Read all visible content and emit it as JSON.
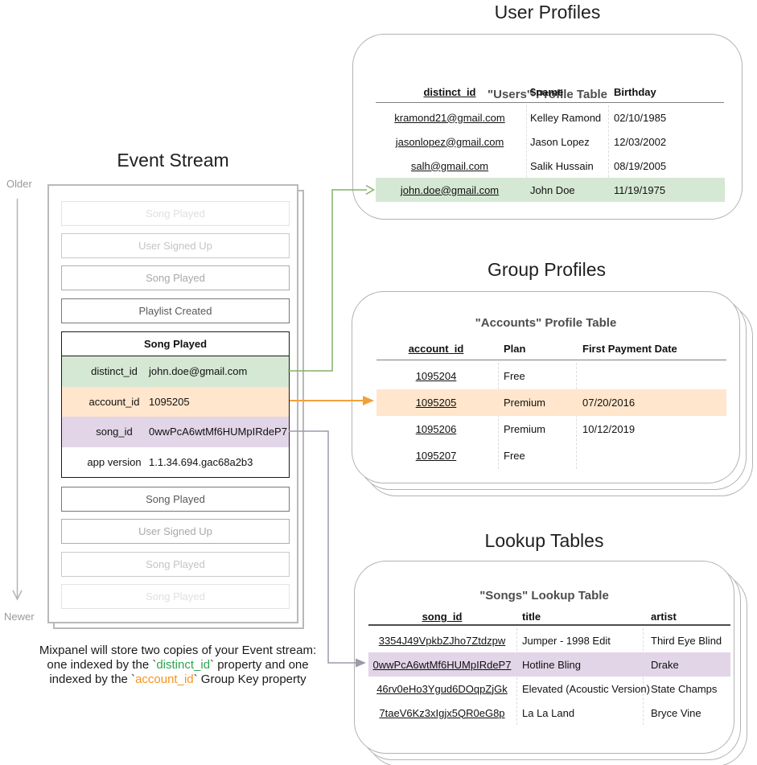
{
  "event_stream": {
    "title": "Event Stream",
    "older_label": "Older",
    "newer_label": "Newer",
    "events_before": [
      {
        "label": "Song Played"
      },
      {
        "label": "User Signed Up"
      },
      {
        "label": "Song Played"
      },
      {
        "label": "Playlist Created"
      }
    ],
    "expanded_event": {
      "title": "Song Played",
      "properties": [
        {
          "key": "distinct_id",
          "value": "john.doe@gmail.com",
          "highlight": "green"
        },
        {
          "key": "account_id",
          "value": "1095205",
          "highlight": "orange"
        },
        {
          "key": "song_id",
          "value": "0wwPcA6wtMf6HUMpIRdeP7",
          "highlight": "purple"
        },
        {
          "key": "app version",
          "value": "1.1.34.694.gac68a2b3",
          "highlight": "none"
        }
      ]
    },
    "events_after": [
      {
        "label": "Song Played"
      },
      {
        "label": "User Signed Up"
      },
      {
        "label": "Song Played"
      },
      {
        "label": "Song Played"
      }
    ],
    "caption": {
      "line1": "Mixpanel will store two copies of your Event stream:",
      "line2_pre": "one indexed by the `",
      "line2_keyword": "distinct_id",
      "line2_post": "` property and one",
      "line3_pre": "indexed by the `",
      "line3_keyword": "account_id",
      "line3_post": "` Group Key property"
    }
  },
  "user_profiles": {
    "section_title": "User Profiles",
    "table_title": "\"Users\" Profile Table",
    "columns": [
      "distinct_id",
      "$name",
      "Birthday"
    ],
    "rows": [
      [
        "kramond21@gmail.com",
        "Kelley Ramond",
        "02/10/1985"
      ],
      [
        "jasonlopez@gmail.com",
        "Jason Lopez",
        "12/03/2002"
      ],
      [
        "salh@gmail.com",
        "Salik Hussain",
        "08/19/2005"
      ],
      [
        "john.doe@gmail.com",
        "John Doe",
        "11/19/1975"
      ]
    ],
    "highlighted_row_index": 3
  },
  "group_profiles": {
    "section_title": "Group Profiles",
    "table_title": "\"Accounts\" Profile Table",
    "columns": [
      "account_id",
      "Plan",
      "First Payment Date"
    ],
    "rows": [
      [
        "1095204",
        "Free",
        ""
      ],
      [
        "1095205",
        "Premium",
        "07/20/2016"
      ],
      [
        "1095206",
        "Premium",
        "10/12/2019"
      ],
      [
        "1095207",
        "Free",
        ""
      ]
    ],
    "highlighted_row_index": 1
  },
  "lookup_tables": {
    "section_title": "Lookup Tables",
    "table_title": "\"Songs\" Lookup Table",
    "columns": [
      "song_id",
      "title",
      "artist"
    ],
    "rows": [
      [
        "3354J49VpkbZJho7Ztdzpw",
        "Jumper - 1998 Edit",
        "Third Eye Blind"
      ],
      [
        "0wwPcA6wtMf6HUMpIRdeP7",
        "Hotline Bling",
        "Drake"
      ],
      [
        "46rv0eHo3Ygud6DOqpZjGk",
        "Elevated (Acoustic Version)",
        "State Champs"
      ],
      [
        "7taeV6Kz3xIgjx5QR0eG8p",
        "La La Land",
        "Bryce Vine"
      ]
    ],
    "highlighted_row_index": 1
  },
  "colors": {
    "green_fill": "#d5e8d4",
    "green_stroke": "#82b366",
    "green_text": "#2ea44e",
    "orange_fill": "#ffe6cc",
    "orange_stroke": "#f2a13a",
    "orange_text": "#f7941d",
    "purple_fill": "#e1d5e7",
    "purple_stroke": "#9e98ab",
    "card_border": "#b3b3b3"
  }
}
